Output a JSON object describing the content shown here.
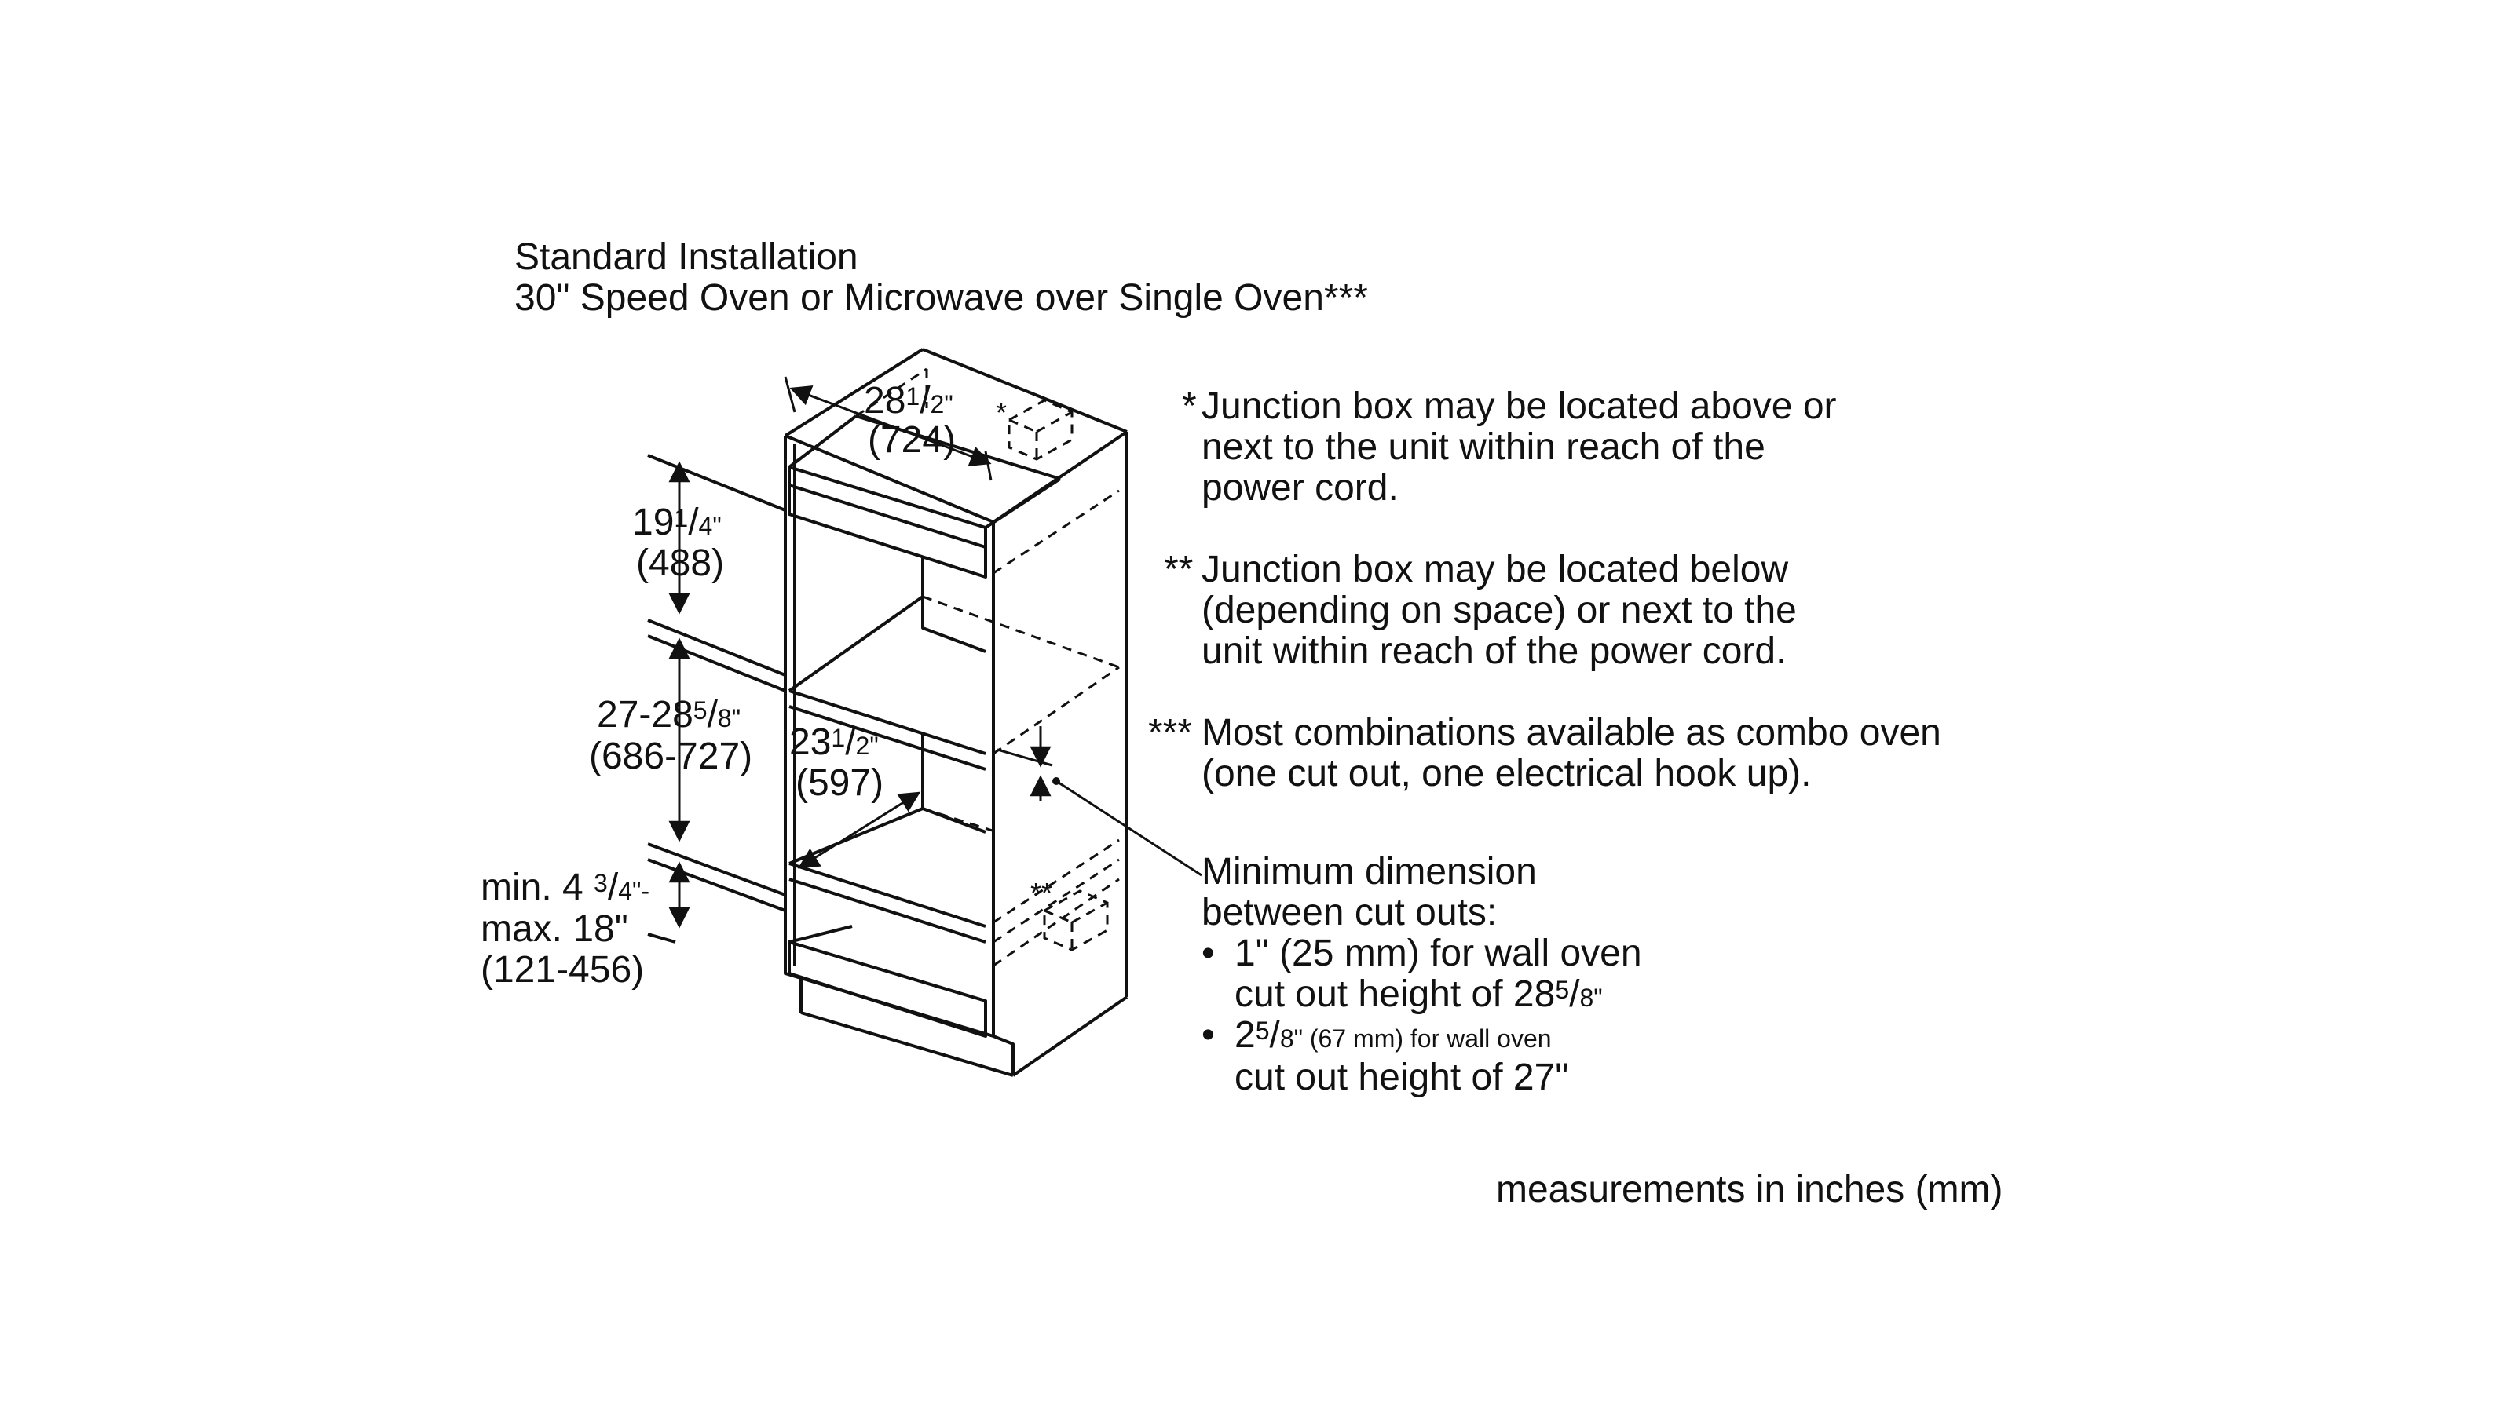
{
  "title": "Standard Installation",
  "subtitle": "30\" Speed Oven or Microwave over Single Oven***",
  "dims": {
    "width_whole": "28",
    "width_frac_num": "1",
    "width_frac_den": "2\"",
    "width_mm": "(724)",
    "upper_whole": "19",
    "upper_frac_num": "1",
    "upper_frac_den": "4\"",
    "upper_mm": "(488)",
    "middle_prefix": "27-28",
    "middle_frac_num": "5",
    "middle_frac_den": "8\"",
    "middle_mm": "(686-727)",
    "depth_whole": "23",
    "depth_frac_num": "1",
    "depth_frac_den": "2\"",
    "depth_mm": "(597)",
    "lower_line1_prefix": "min. 4 ",
    "lower_line1_frac_num": "3",
    "lower_line1_frac_den": "4\"-",
    "lower_line2": "max. 18\"",
    "lower_mm": "(121-456)",
    "star1": "*",
    "star2": "**"
  },
  "notes": {
    "n1_mark": "*",
    "n1_l1": "Junction box may be located above or",
    "n1_l2": "next to the unit within reach of the",
    "n1_l3": "power cord.",
    "n2_mark": "**",
    "n2_l1": "Junction box may be located below",
    "n2_l2": "(depending on space) or next to the",
    "n2_l3": "unit within reach of the power cord.",
    "n3_mark": "***",
    "n3_l1": "Most combinations available as combo oven",
    "n3_l2": "(one cut out, one electrical hook up)."
  },
  "minimum": {
    "l1": "Minimum dimension",
    "l2": "between cut outs:",
    "bullet": "•",
    "b1_l1": "1\" (25 mm) for wall oven",
    "b1_l2_prefix": "cut out height of 28",
    "b1_l2_num": "5",
    "b1_l2_den": "8\"",
    "b2_prefix": "2",
    "b2_num": "5",
    "b2_rest": "8\" (67 mm) for wall oven",
    "b2_l2": "cut out height of 27\""
  },
  "footer": "measurements in inches (mm)"
}
